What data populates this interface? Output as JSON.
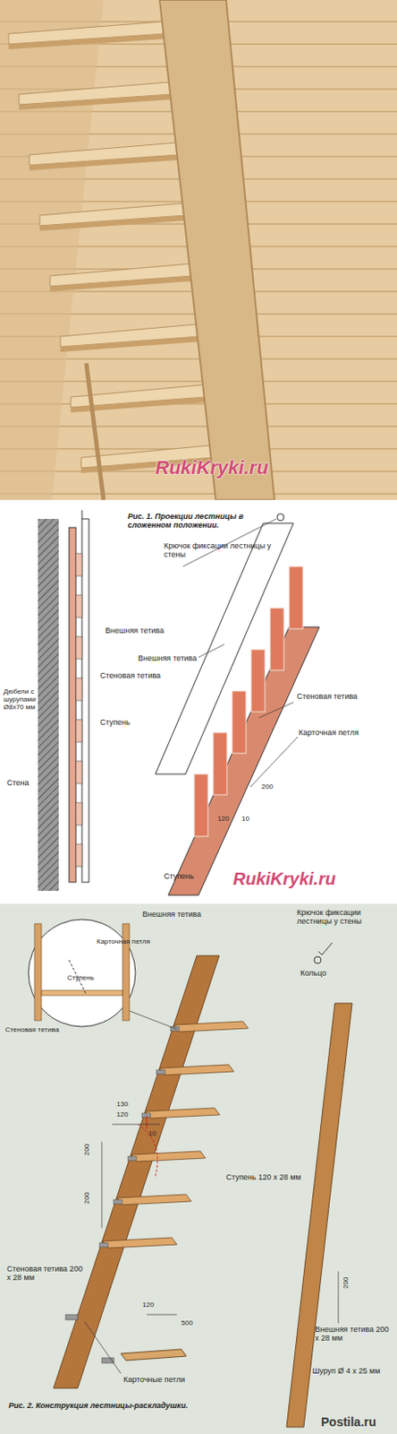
{
  "diagram": {
    "labels": [
      "RukiKryki.ru",
      "Рис. 1. Проекции лестницы в сложенном положении.",
      "Внешняя тетива",
      "Стеновая тетива",
      "Дюбели с шурупами Ø8х70 мм",
      "Ступень",
      "Стена",
      "Крючок фиксации лестницы у стены",
      "Внешняя тетива",
      "Стеновая тетива",
      "Карточная петля",
      "200",
      "120",
      "10",
      "Ступень",
      "RukiKryki.ru",
      "Внешняя тетива",
      "Карточная петля",
      "Ступень",
      "Стеновая тетива",
      "Крючок фиксации лестницы у стены",
      "Кольцо",
      "130",
      "120",
      "10",
      "200",
      "200",
      "Ступень 120 х 28 мм",
      "Стеновая тетива 200 х 28 мм",
      "120",
      "500",
      "Карточные петли",
      "200",
      "Внешняя тетива 200 х 28 мм",
      "Шуруп Ø 4 х 25 мм",
      "Рис. 2. Конструкция лестницы-раскладушки.",
      "Postila.ru"
    ]
  }
}
